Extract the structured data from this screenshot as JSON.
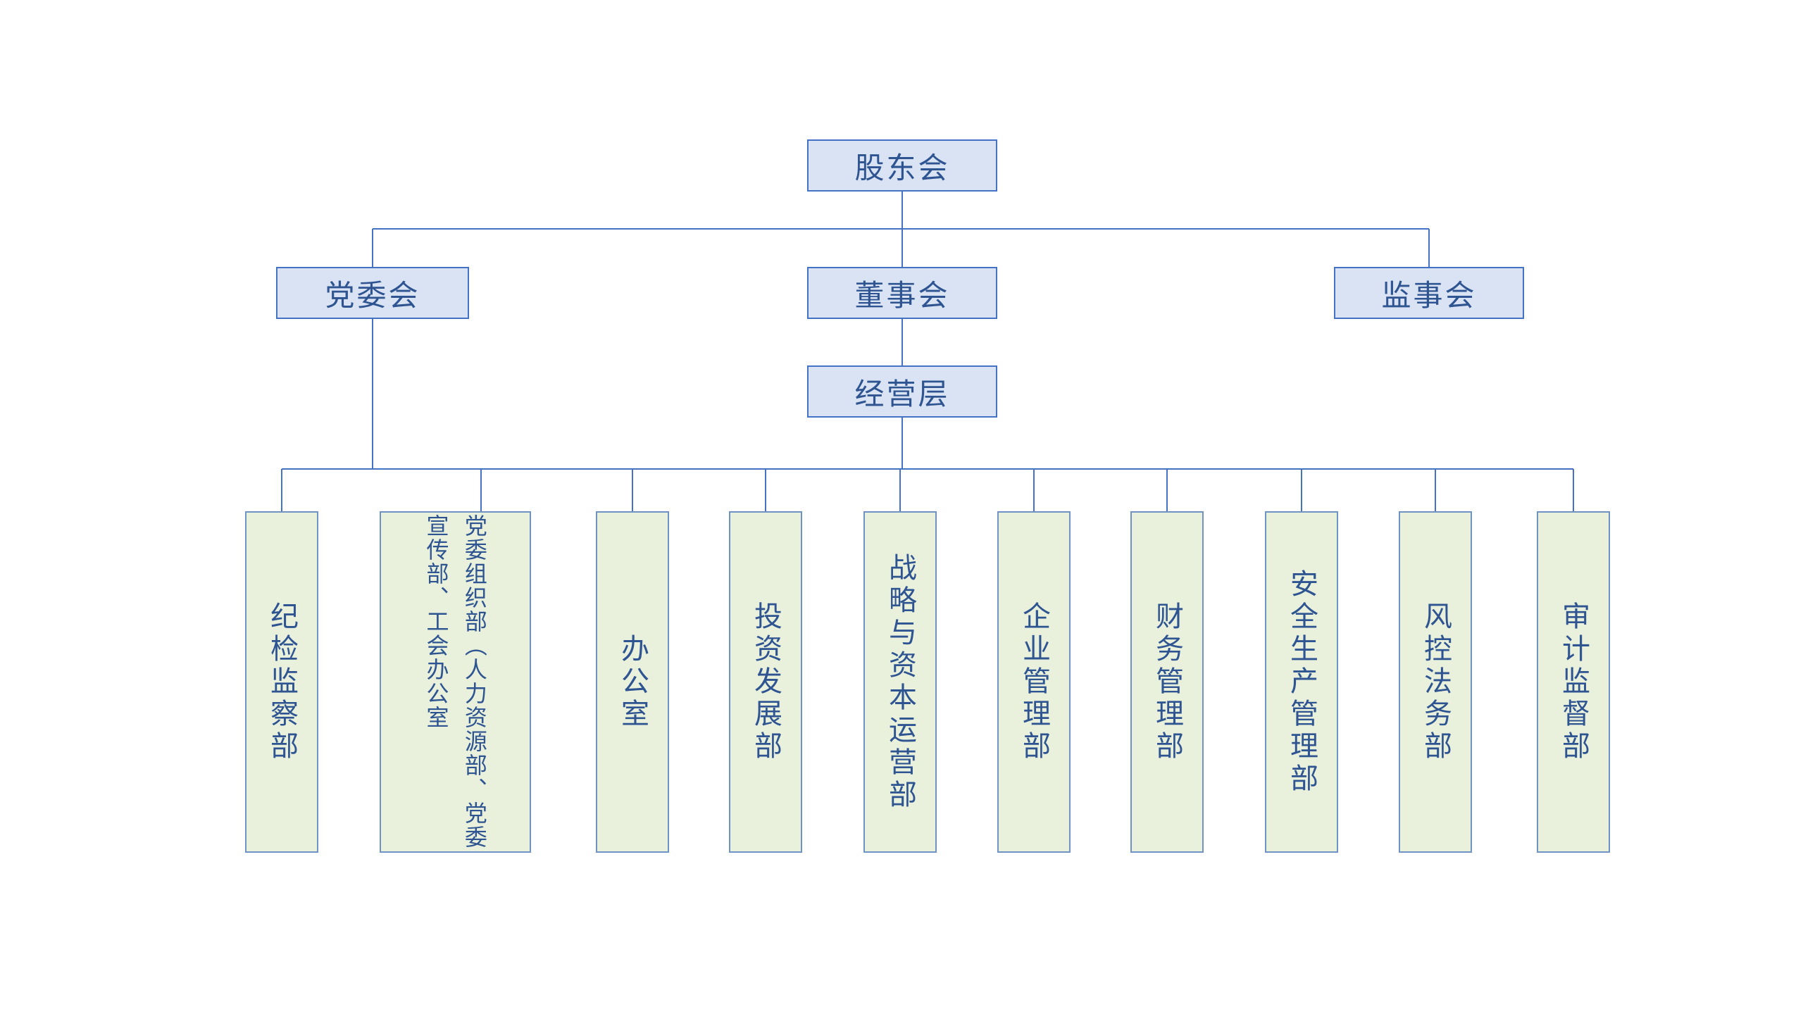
{
  "chart": {
    "type": "org-chart",
    "top": {
      "label": "股东会"
    },
    "level2": [
      {
        "label": "党委会"
      },
      {
        "label": "董事会"
      },
      {
        "label": "监事会"
      }
    ],
    "level3": {
      "label": "经营层"
    },
    "departments": [
      {
        "label": "纪检监察部"
      },
      {
        "label": "党委组织部（人力资源部、党委宣传部、工会办公室"
      },
      {
        "label": "办公室"
      },
      {
        "label": "投资发展部"
      },
      {
        "label": "战略与资本运营部"
      },
      {
        "label": "企业管理部"
      },
      {
        "label": "财务管理部"
      },
      {
        "label": "安全生产管理部"
      },
      {
        "label": "风控法务部"
      },
      {
        "label": "审计监督部"
      }
    ],
    "colors": {
      "background": "#ffffff",
      "header_fill": "#dae3f3",
      "header_border": "#4472c4",
      "dept_fill": "#e9f1dc",
      "dept_border": "#6e93c4",
      "text": "#2e5491",
      "connector": "#4472c4"
    }
  }
}
